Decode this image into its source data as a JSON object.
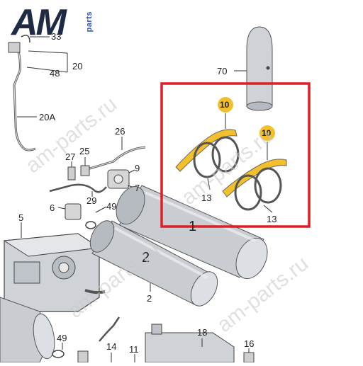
{
  "brand": {
    "logo_text": "AM",
    "logo_suffix": "parts",
    "primary_color": "#1f2a44",
    "accent_color": "#1f4fbf"
  },
  "watermarks": [
    "am-parts.ru",
    "am-parts.ru",
    "am-parts.ru",
    "am-parts.ru"
  ],
  "highlight": {
    "color": "#e01e26"
  },
  "callout_color": "#f2c02c",
  "labels": {
    "l33": "33",
    "l20": "20",
    "l48": "48",
    "l20a": "20A",
    "l26": "26",
    "l27": "27",
    "l25": "25",
    "l9": "9",
    "l7": "7",
    "l29": "29",
    "l6": "6",
    "l49a": "49",
    "l5": "5",
    "l1": "1",
    "l2": "2",
    "l2b": "2",
    "l70": "70",
    "l10a": "10",
    "l10b": "10",
    "l13a": "13",
    "l13b": "13",
    "l49b": "49",
    "l14": "14",
    "l11": "11",
    "l18": "18",
    "l16": "16"
  }
}
